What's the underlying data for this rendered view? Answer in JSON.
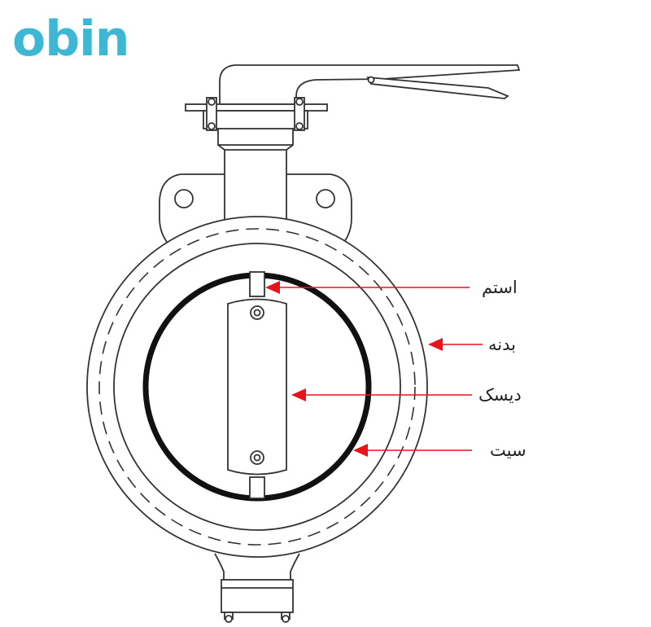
{
  "logo": {
    "text": "obin",
    "color": "#3fb6d3"
  },
  "labels": {
    "stem": "استم",
    "body": "بدنه",
    "disc": "دیسک",
    "seat": "سیت"
  },
  "colors": {
    "line": "#333333",
    "arrow": "#e8141c",
    "seat": "#111111"
  }
}
